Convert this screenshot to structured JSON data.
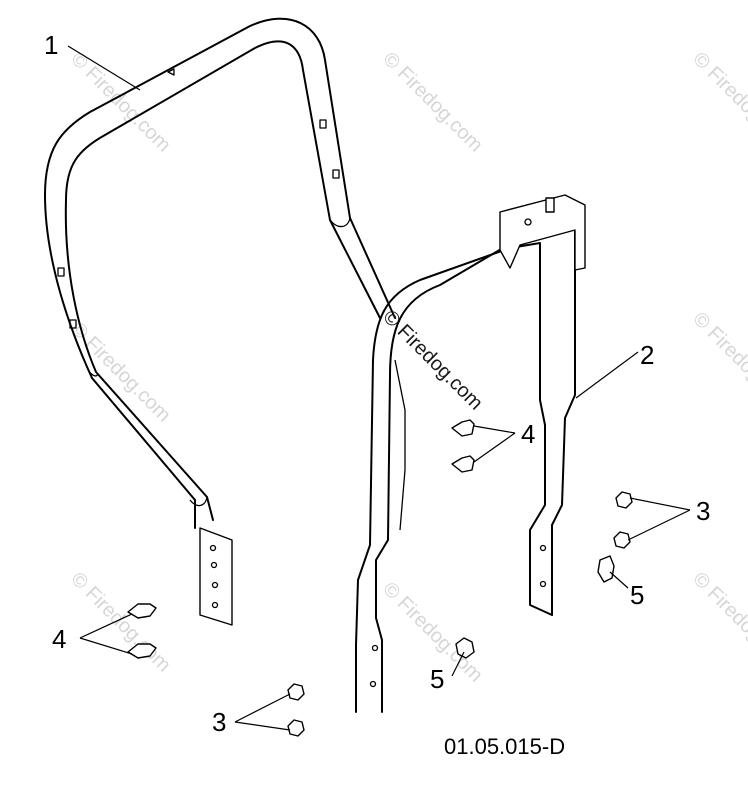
{
  "callouts": {
    "c1": "1",
    "c2": "2",
    "c3_right": "3",
    "c3_left": "3",
    "c4_right": "4",
    "c4_left": "4",
    "c5_right": "5",
    "c5_center": "5"
  },
  "drawing_code": "01.05.015-D",
  "watermark": "© Firedog.com"
}
